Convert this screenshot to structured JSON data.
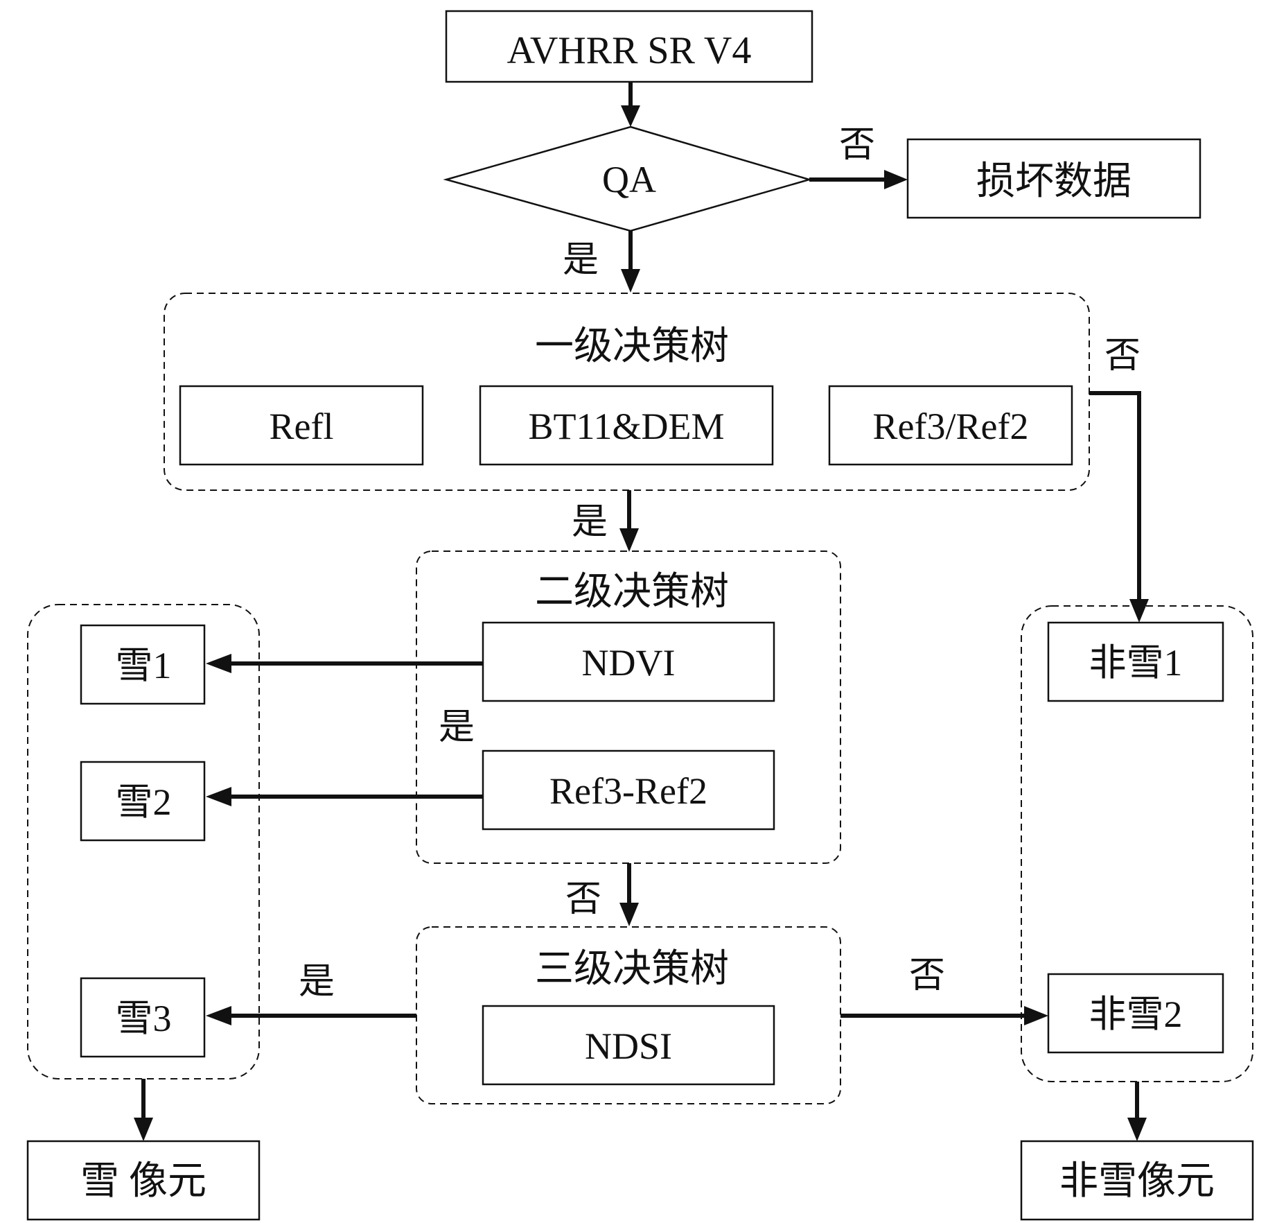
{
  "nodes": {
    "source": "AVHRR SR V4",
    "qa": "QA",
    "damaged": "损坏数据",
    "level1_title": "一级决策树",
    "refl": "Refl",
    "bt11_dem": "BT11&DEM",
    "ref3_ref2_ratio": "Ref3/Ref2",
    "level2_title": "二级决策树",
    "ndvi": "NDVI",
    "ref3_ref2_diff": "Ref3-Ref2",
    "level3_title": "三级决策树",
    "ndsi": "NDSI",
    "snow1": "雪1",
    "snow2": "雪2",
    "snow3": "雪3",
    "nonsnow1": "非雪1",
    "nonsnow2": "非雪2",
    "snow_pixel": "雪 像元",
    "nonsnow_pixel": "非雪像元"
  },
  "edge_labels": {
    "qa_no": "否",
    "qa_yes": "是",
    "level1_no": "否",
    "level1_yes": "是",
    "level2_yes": "是",
    "level2_no": "否",
    "level3_yes": "是",
    "level3_no": "否"
  }
}
